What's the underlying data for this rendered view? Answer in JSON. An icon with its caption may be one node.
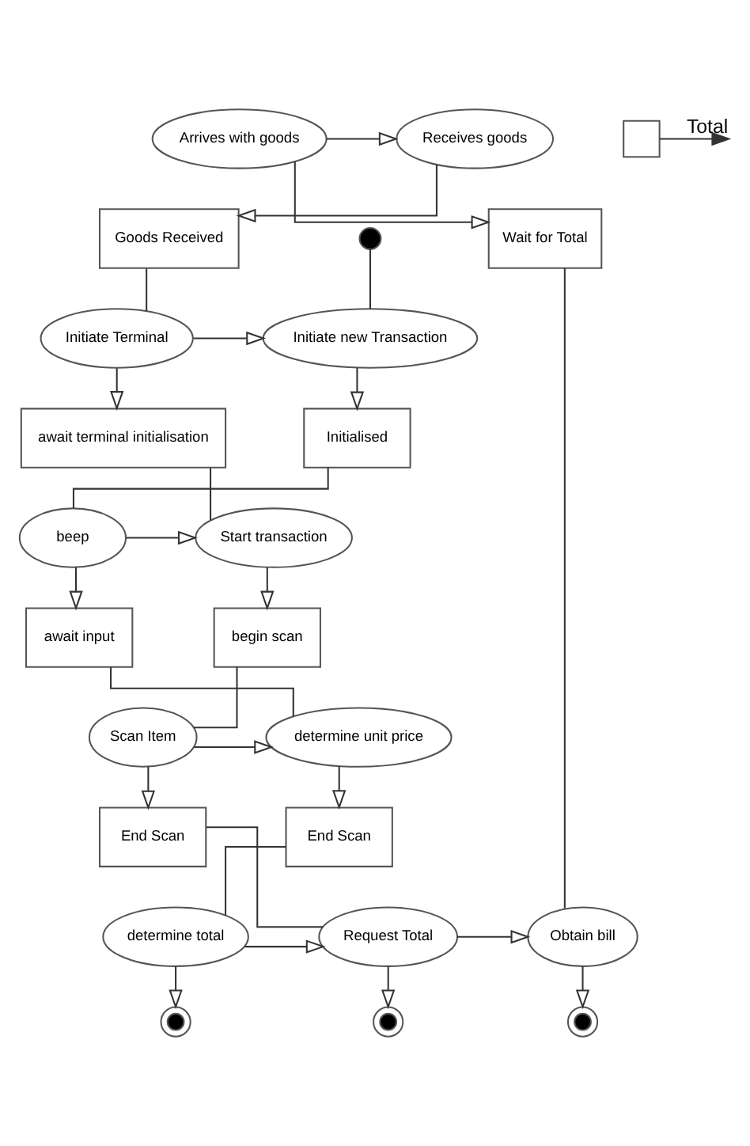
{
  "diagram": {
    "nodes": [
      {
        "text": [
          "Arrives with goods"
        ]
      },
      {
        "text": [
          "Receives goods"
        ]
      },
      {
        "text": [
          "Wait for Total"
        ]
      },
      {
        "text": [
          "Goods Received"
        ]
      },
      {
        "text": [],
        "shape": "circle"
      },
      {
        "text": [
          "Initiate Terminal"
        ]
      },
      {
        "text": [
          "Initiate new Transaction"
        ]
      },
      {
        "text": [
          "await terminal initialisation"
        ]
      },
      {
        "text": [
          "Initialised"
        ]
      },
      {
        "text": [
          "Start transaction"
        ]
      },
      {
        "text": [
          "beep"
        ]
      },
      {
        "text": [
          "begin scan"
        ]
      },
      {
        "text": [
          "await input"
        ]
      },
      {
        "text": [
          "Scan Item"
        ]
      },
      {
        "text": [
          "determine unit price"
        ]
      },
      {
        "text": [
          "End Scan"
        ]
      },
      {
        "text": [
          "End Scan"
        ]
      },
      {
        "text": [
          "Obtain bill"
        ]
      },
      {
        "text": [
          "Request Total"
        ]
      },
      {
        "text": [
          "determine total"
        ]
      },
      {
        "text": [],
        "shape": "box"
      },
      {
        "text": [],
        "shape": "circle"
      },
      {
        "text": [],
        "shape": "circle"
      },
      {
        "text": [],
        "shape": "circle"
      }
    ],
    "edges": [
      {
        "from": 0,
        "to": 1,
        "arrow": "to"
      },
      {
        "from": 0,
        "to": 2,
        "arrow": "to"
      },
      {
        "from": 1,
        "to": 3,
        "arrow": "to"
      },
      {
        "from": 3,
        "to": 5,
        "arrow": "none"
      },
      {
        "from": 4,
        "to": 6,
        "arrow": "none"
      },
      {
        "from": 5,
        "to": 6,
        "arrow": "to"
      },
      {
        "from": 5,
        "to": 7,
        "arrow": "to"
      },
      {
        "from": 6,
        "to": 8,
        "arrow": "to"
      },
      {
        "from": 7,
        "to": 9,
        "arrow": "none"
      },
      {
        "from": 8,
        "to": 10,
        "arrow": "none"
      },
      {
        "from": 10,
        "to": 9,
        "arrow": "to"
      },
      {
        "from": 9,
        "to": 11,
        "arrow": "to"
      },
      {
        "from": 10,
        "to": 12,
        "arrow": "to"
      },
      {
        "from": 11,
        "to": 13,
        "arrow": "none"
      },
      {
        "from": 12,
        "to": 14,
        "arrow": "none"
      },
      {
        "from": 13,
        "to": 14,
        "arrow": "to"
      },
      {
        "from": 13,
        "to": 15,
        "arrow": "to"
      },
      {
        "from": 14,
        "to": 16,
        "arrow": "to"
      },
      {
        "from": 15,
        "to": 18,
        "arrow": "none"
      },
      {
        "from": 16,
        "to": 19,
        "arrow": "none"
      },
      {
        "from": 19,
        "to": 18,
        "arrow": "to"
      },
      {
        "from": 18,
        "to": 17,
        "arrow": "to"
      },
      {
        "from": 2,
        "to": 17,
        "arrow": "none"
      },
      {
        "from": 17,
        "to": 21,
        "arrow": "to"
      },
      {
        "from": 18,
        "to": 22,
        "arrow": "to"
      },
      {
        "from": 19,
        "to": 23,
        "arrow": "to"
      },
      {
        "from": 20,
        "to": null,
        "arrow": "to",
        "label": "Total"
      }
    ]
  }
}
